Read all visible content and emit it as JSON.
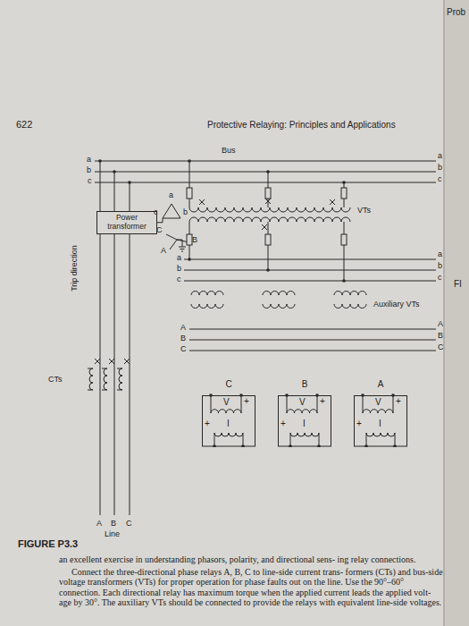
{
  "diagram": {
    "caption": "FIGURE P3.3",
    "nodes": [
      {
        "text": [
          "Power transformer"
        ]
      },
      {
        "text": [
          "C",
          "V",
          "+",
          "+",
          "I"
        ]
      },
      {
        "text": [
          "B",
          "V",
          "+",
          "+",
          "I"
        ]
      },
      {
        "text": [
          "A",
          "V",
          "+",
          "+",
          "I"
        ]
      }
    ],
    "labels": [
      "Prob",
      "622",
      "Protective Relaying: Principles and Applications",
      "Bus",
      "a",
      "b",
      "c",
      "a",
      "b",
      "c",
      "a",
      "c",
      "b",
      "C",
      "B",
      "A",
      "VTs",
      "a",
      "b",
      "c",
      "a",
      "b",
      "c",
      "FI",
      "Auxiliary VTs",
      "A",
      "B",
      "C",
      "A",
      "B",
      "C",
      "Trip direction",
      "CTs",
      "A",
      "B",
      "C",
      "Line",
      "an excellent exercise in understanding phasors, polarity, and directional sens- ing relay connections.",
      "Connect the three-directional phase relays A, B, C to line-side current trans- formers (CTs) and bus-side voltage transformers (VTs) for proper operation for phase faults out on the line. Use the 90°–60° connection. Each directional relay has maximum torque when the applied current leads the applied volt- age by 30°. The auxiliary VTs should be connected to provide the relays with equivalent line-side voltages."
    ]
  }
}
